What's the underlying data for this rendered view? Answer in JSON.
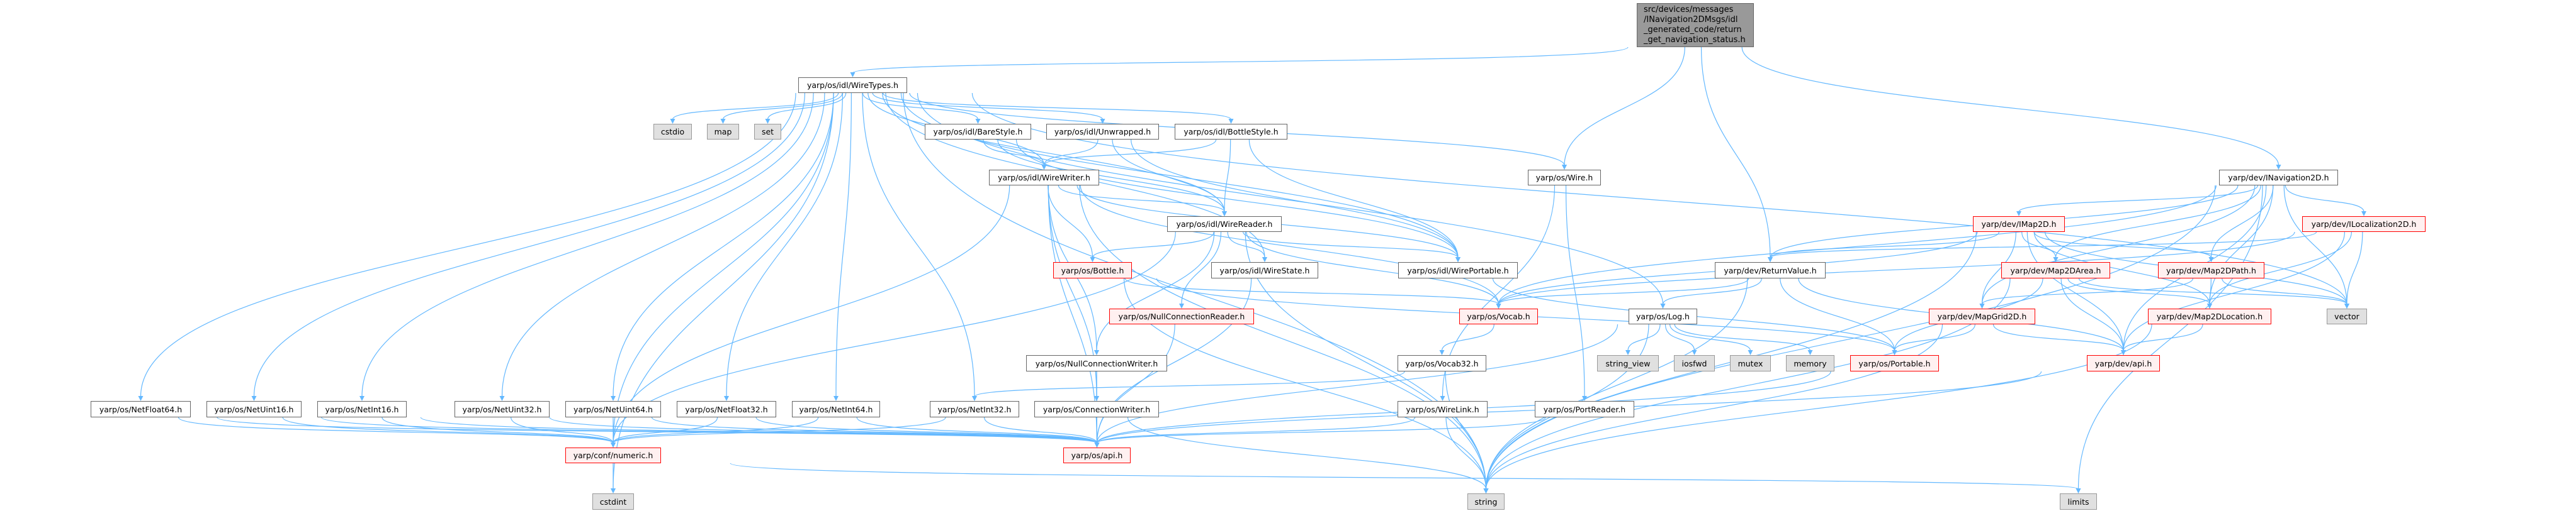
{
  "colors": {
    "edge": "#63b8ff",
    "normal_border": "#666666",
    "red_border": "#ff0000",
    "red_fill": "#fff0f0",
    "system_fill": "#e0e0e0",
    "root_fill": "#999999"
  },
  "nodes": [
    {
      "id": "src",
      "label": "src/devices/messages\n/INavigation2DMsgs/idl\n_generated_code/return\n_get_navigation_status.h",
      "style": "root"
    },
    {
      "id": "WireTypes",
      "label": "yarp/os/idl/WireTypes.h",
      "style": "normal"
    },
    {
      "id": "cstdio",
      "label": "cstdio",
      "style": "system"
    },
    {
      "id": "map",
      "label": "map",
      "style": "system"
    },
    {
      "id": "set",
      "label": "set",
      "style": "system"
    },
    {
      "id": "NetFloat64",
      "label": "yarp/os/NetFloat64.h",
      "style": "normal"
    },
    {
      "id": "NetUint16",
      "label": "yarp/os/NetUint16.h",
      "style": "normal"
    },
    {
      "id": "NetInt16",
      "label": "yarp/os/NetInt16.h",
      "style": "normal"
    },
    {
      "id": "NetUint32",
      "label": "yarp/os/NetUint32.h",
      "style": "normal"
    },
    {
      "id": "NetUint64",
      "label": "yarp/os/NetUint64.h",
      "style": "normal"
    },
    {
      "id": "NetFloat32",
      "label": "yarp/os/NetFloat32.h",
      "style": "normal"
    },
    {
      "id": "NetInt64",
      "label": "yarp/os/NetInt64.h",
      "style": "normal"
    },
    {
      "id": "numeric",
      "label": "yarp/conf/numeric.h",
      "style": "red"
    },
    {
      "id": "cstdint",
      "label": "cstdint",
      "style": "system"
    },
    {
      "id": "BareStyle",
      "label": "yarp/os/idl/BareStyle.h",
      "style": "normal"
    },
    {
      "id": "Unwrapped",
      "label": "yarp/os/idl/Unwrapped.h",
      "style": "normal"
    },
    {
      "id": "BottleStyle",
      "label": "yarp/os/idl/BottleStyle.h",
      "style": "normal"
    },
    {
      "id": "WireWriter",
      "label": "yarp/os/idl/WireWriter.h",
      "style": "normal"
    },
    {
      "id": "Wire",
      "label": "yarp/os/Wire.h",
      "style": "normal"
    },
    {
      "id": "WireReader",
      "label": "yarp/os/idl/WireReader.h",
      "style": "normal"
    },
    {
      "id": "Bottle",
      "label": "yarp/os/Bottle.h",
      "style": "red"
    },
    {
      "id": "WireState",
      "label": "yarp/os/idl/WireState.h",
      "style": "normal"
    },
    {
      "id": "WirePortable",
      "label": "yarp/os/idl/WirePortable.h",
      "style": "normal"
    },
    {
      "id": "NullConnectionReader",
      "label": "yarp/os/NullConnectionReader.h",
      "style": "red"
    },
    {
      "id": "Vocab",
      "label": "yarp/os/Vocab.h",
      "style": "red"
    },
    {
      "id": "Log",
      "label": "yarp/os/Log.h",
      "style": "normal"
    },
    {
      "id": "NullConnectionWriter",
      "label": "yarp/os/NullConnectionWriter.h",
      "style": "normal"
    },
    {
      "id": "Vocab32",
      "label": "yarp/os/Vocab32.h",
      "style": "normal"
    },
    {
      "id": "string_view",
      "label": "string_view",
      "style": "system"
    },
    {
      "id": "iosfwd",
      "label": "iosfwd",
      "style": "system"
    },
    {
      "id": "mutex",
      "label": "mutex",
      "style": "system"
    },
    {
      "id": "memory",
      "label": "memory",
      "style": "system"
    },
    {
      "id": "NetInt32",
      "label": "yarp/os/NetInt32.h",
      "style": "normal"
    },
    {
      "id": "ConnectionWriter",
      "label": "yarp/os/ConnectionWriter.h",
      "style": "normal"
    },
    {
      "id": "WireLink",
      "label": "yarp/os/WireLink.h",
      "style": "normal"
    },
    {
      "id": "PortReader",
      "label": "yarp/os/PortReader.h",
      "style": "normal"
    },
    {
      "id": "osapi",
      "label": "yarp/os/api.h",
      "style": "red"
    },
    {
      "id": "string",
      "label": "string",
      "style": "system"
    },
    {
      "id": "INavigation2D",
      "label": "yarp/dev/INavigation2D.h",
      "style": "normal"
    },
    {
      "id": "IMap2D",
      "label": "yarp/dev/IMap2D.h",
      "style": "red"
    },
    {
      "id": "ILocalization2D",
      "label": "yarp/dev/ILocalization2D.h",
      "style": "red"
    },
    {
      "id": "ReturnValue",
      "label": "yarp/dev/ReturnValue.h",
      "style": "normal"
    },
    {
      "id": "Map2DArea",
      "label": "yarp/dev/Map2DArea.h",
      "style": "red"
    },
    {
      "id": "Map2DPath",
      "label": "yarp/dev/Map2DPath.h",
      "style": "red"
    },
    {
      "id": "MapGrid2D",
      "label": "yarp/dev/MapGrid2D.h",
      "style": "red"
    },
    {
      "id": "Map2DLocation",
      "label": "yarp/dev/Map2DLocation.h",
      "style": "red"
    },
    {
      "id": "vector",
      "label": "vector",
      "style": "system"
    },
    {
      "id": "Portable",
      "label": "yarp/os/Portable.h",
      "style": "red"
    },
    {
      "id": "devapi",
      "label": "yarp/dev/api.h",
      "style": "red"
    },
    {
      "id": "limits",
      "label": "limits",
      "style": "system"
    }
  ],
  "edges": [
    [
      "src",
      "WireTypes"
    ],
    [
      "src",
      "Wire"
    ],
    [
      "src",
      "ReturnValue"
    ],
    [
      "src",
      "INavigation2D"
    ],
    [
      "WireTypes",
      "cstdio"
    ],
    [
      "WireTypes",
      "map"
    ],
    [
      "WireTypes",
      "set"
    ],
    [
      "WireTypes",
      "NetFloat64"
    ],
    [
      "WireTypes",
      "NetUint16"
    ],
    [
      "WireTypes",
      "NetInt16"
    ],
    [
      "WireTypes",
      "NetUint32"
    ],
    [
      "WireTypes",
      "NetUint64"
    ],
    [
      "WireTypes",
      "NetFloat32"
    ],
    [
      "WireTypes",
      "NetInt64"
    ],
    [
      "WireTypes",
      "NetInt32"
    ],
    [
      "WireTypes",
      "numeric"
    ],
    [
      "WireTypes",
      "cstdint"
    ],
    [
      "WireTypes",
      "string"
    ],
    [
      "WireTypes",
      "BareStyle"
    ],
    [
      "WireTypes",
      "Unwrapped"
    ],
    [
      "WireTypes",
      "BottleStyle"
    ],
    [
      "WireTypes",
      "WireWriter"
    ],
    [
      "WireTypes",
      "WireReader"
    ],
    [
      "WireTypes",
      "WireState"
    ],
    [
      "WireTypes",
      "WirePortable"
    ],
    [
      "WireTypes",
      "Wire"
    ],
    [
      "WireTypes",
      "Log"
    ],
    [
      "WireTypes",
      "vector"
    ],
    [
      "NetFloat64",
      "numeric"
    ],
    [
      "NetFloat64",
      "osapi"
    ],
    [
      "NetUint16",
      "numeric"
    ],
    [
      "NetUint16",
      "osapi"
    ],
    [
      "NetInt16",
      "numeric"
    ],
    [
      "NetInt16",
      "osapi"
    ],
    [
      "NetUint32",
      "numeric"
    ],
    [
      "NetUint32",
      "osapi"
    ],
    [
      "NetUint64",
      "numeric"
    ],
    [
      "NetUint64",
      "osapi"
    ],
    [
      "NetFloat32",
      "numeric"
    ],
    [
      "NetFloat32",
      "osapi"
    ],
    [
      "NetInt64",
      "numeric"
    ],
    [
      "NetInt64",
      "osapi"
    ],
    [
      "NetInt32",
      "numeric"
    ],
    [
      "NetInt32",
      "osapi"
    ],
    [
      "numeric",
      "cstdint"
    ],
    [
      "numeric",
      "limits"
    ],
    [
      "BareStyle",
      "WireWriter"
    ],
    [
      "BareStyle",
      "WireReader"
    ],
    [
      "BareStyle",
      "WirePortable"
    ],
    [
      "Unwrapped",
      "WireWriter"
    ],
    [
      "Unwrapped",
      "WireReader"
    ],
    [
      "Unwrapped",
      "WirePortable"
    ],
    [
      "BottleStyle",
      "WireWriter"
    ],
    [
      "BottleStyle",
      "WireReader"
    ],
    [
      "BottleStyle",
      "WirePortable"
    ],
    [
      "WireWriter",
      "WireReader"
    ],
    [
      "WireWriter",
      "Bottle"
    ],
    [
      "WireWriter",
      "WirePortable"
    ],
    [
      "WireWriter",
      "Vocab"
    ],
    [
      "WireWriter",
      "NullConnectionWriter"
    ],
    [
      "WireWriter",
      "ConnectionWriter"
    ],
    [
      "WireWriter",
      "osapi"
    ],
    [
      "WireWriter",
      "string"
    ],
    [
      "WireWriter",
      "numeric"
    ],
    [
      "WireReader",
      "Bottle"
    ],
    [
      "WireReader",
      "WireState"
    ],
    [
      "WireReader",
      "WirePortable"
    ],
    [
      "WireReader",
      "NullConnectionReader"
    ],
    [
      "WireReader",
      "NullConnectionWriter"
    ],
    [
      "WireReader",
      "Vocab"
    ],
    [
      "WireReader",
      "string"
    ],
    [
      "WireReader",
      "numeric"
    ],
    [
      "Bottle",
      "Vocab"
    ],
    [
      "Bottle",
      "Portable"
    ],
    [
      "Bottle",
      "string"
    ],
    [
      "WireState",
      "osapi"
    ],
    [
      "WirePortable",
      "Portable"
    ],
    [
      "NullConnectionReader",
      "osapi"
    ],
    [
      "Vocab",
      "Vocab32"
    ],
    [
      "Vocab32",
      "NetInt32"
    ],
    [
      "Vocab32",
      "string"
    ],
    [
      "Log",
      "osapi"
    ],
    [
      "Log",
      "string_view"
    ],
    [
      "Log",
      "iosfwd"
    ],
    [
      "Log",
      "mutex"
    ],
    [
      "Log",
      "memory"
    ],
    [
      "Log",
      "string"
    ],
    [
      "NullConnectionWriter",
      "ConnectionWriter"
    ],
    [
      "NullConnectionWriter",
      "osapi"
    ],
    [
      "ConnectionWriter",
      "osapi"
    ],
    [
      "ConnectionWriter",
      "string"
    ],
    [
      "WireLink",
      "osapi"
    ],
    [
      "WireLink",
      "string"
    ],
    [
      "PortReader",
      "osapi"
    ],
    [
      "Wire",
      "WireLink"
    ],
    [
      "Wire",
      "PortReader"
    ],
    [
      "Portable",
      "osapi"
    ],
    [
      "ReturnValue",
      "Vocab"
    ],
    [
      "ReturnValue",
      "Log"
    ],
    [
      "ReturnValue",
      "Portable"
    ],
    [
      "ReturnValue",
      "devapi"
    ],
    [
      "ReturnValue",
      "string"
    ],
    [
      "INavigation2D",
      "IMap2D"
    ],
    [
      "INavigation2D",
      "ILocalization2D"
    ],
    [
      "INavigation2D",
      "ReturnValue"
    ],
    [
      "INavigation2D",
      "Map2DArea"
    ],
    [
      "INavigation2D",
      "Map2DPath"
    ],
    [
      "INavigation2D",
      "MapGrid2D"
    ],
    [
      "INavigation2D",
      "Map2DLocation"
    ],
    [
      "INavigation2D",
      "vector"
    ],
    [
      "INavigation2D",
      "devapi"
    ],
    [
      "INavigation2D",
      "limits"
    ],
    [
      "INavigation2D",
      "string"
    ],
    [
      "INavigation2D",
      "Vocab"
    ],
    [
      "IMap2D",
      "ReturnValue"
    ],
    [
      "IMap2D",
      "Map2DArea"
    ],
    [
      "IMap2D",
      "Map2DPath"
    ],
    [
      "IMap2D",
      "MapGrid2D"
    ],
    [
      "IMap2D",
      "Map2DLocation"
    ],
    [
      "IMap2D",
      "vector"
    ],
    [
      "IMap2D",
      "devapi"
    ],
    [
      "IMap2D",
      "string"
    ],
    [
      "IMap2D",
      "Vocab"
    ],
    [
      "ILocalization2D",
      "ReturnValue"
    ],
    [
      "ILocalization2D",
      "Map2DLocation"
    ],
    [
      "ILocalization2D",
      "vector"
    ],
    [
      "ILocalization2D",
      "devapi"
    ],
    [
      "ILocalization2D",
      "Vocab"
    ],
    [
      "Map2DArea",
      "Map2DLocation"
    ],
    [
      "Map2DArea",
      "Portable"
    ],
    [
      "Map2DArea",
      "vector"
    ],
    [
      "Map2DArea",
      "devapi"
    ],
    [
      "Map2DArea",
      "string"
    ],
    [
      "Map2DPath",
      "Map2DLocation"
    ],
    [
      "Map2DPath",
      "MapGrid2D"
    ],
    [
      "Map2DPath",
      "vector"
    ],
    [
      "MapGrid2D",
      "Portable"
    ],
    [
      "MapGrid2D",
      "devapi"
    ],
    [
      "MapGrid2D",
      "string"
    ],
    [
      "Map2DLocation",
      "devapi"
    ],
    [
      "Map2DLocation",
      "string"
    ],
    [
      "devapi",
      "osapi"
    ]
  ]
}
